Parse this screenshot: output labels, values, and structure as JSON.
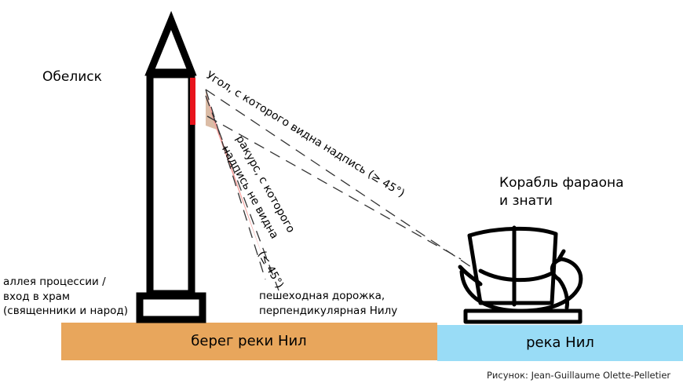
{
  "labels": {
    "obelisk": "Обелиск",
    "ship_line1": "Корабль фараона",
    "ship_line2": "и знати",
    "alley_line1": "аллея процессии /",
    "alley_line2": "вход в храм",
    "alley_line3": "(священники и народ)",
    "path_line1": "пешеходная дорожка,",
    "path_line2": "перпендикулярная Нилу",
    "bank": "берег реки Нил",
    "river": "река Нил",
    "wide_angle": "Угол, с которого видна надпись (≥ 45°)",
    "narrow_angle_line1": "ракурс, с которого",
    "narrow_angle_line2": "надпись не видна",
    "narrow_angle_line3": "(≤ 45°)",
    "credit": "Рисунок: Jean-Guillaume Olette-Pelletier"
  },
  "colors": {
    "bank": "#e8a65c",
    "river": "#99dcf6",
    "inscription": "#e8141c",
    "narrow_wedge": "#f4a09c",
    "outline": "#000000"
  }
}
